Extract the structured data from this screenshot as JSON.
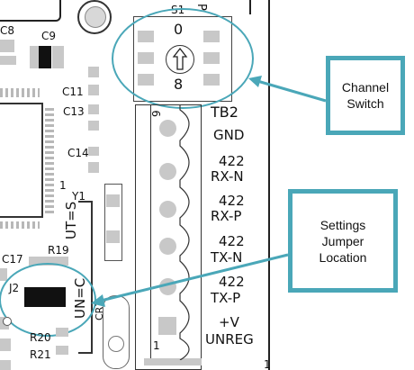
{
  "silkscreen": {
    "c8": "C8",
    "c9": "C9",
    "s1": "S1",
    "switch_top": "0",
    "switch_bottom": "8",
    "c11": "C11",
    "c13": "C13",
    "c14": "C14",
    "y1": "Y1",
    "one_left": "1",
    "tb2": "TB2",
    "pin9": "9",
    "gnd": "GND",
    "rx_n_422": "422",
    "rx_n": "RX-N",
    "rx_p_422": "422",
    "rx_p": "RX-P",
    "tx_n_422": "422",
    "tx_n": "TX-N",
    "tx_p_422": "422",
    "tx_p": "TX-P",
    "vplus": "+V",
    "unreg": "UNREG",
    "ut_s": "UT=S",
    "unc": "UN=C",
    "r19": "R19",
    "c17": "C17",
    "j2": "J2",
    "r20": "R20",
    "r21": "R21",
    "cr7": "CR7",
    "pin1_tb": "1",
    "pin1_bottom": "1",
    "top_partial": "P"
  },
  "callouts": {
    "channel_switch": "Channel\nSwitch",
    "settings_jumper": "Settings\nJumper\nLocation"
  },
  "colors": {
    "callout_accent": "#4aa7b8",
    "component_gray": "#c8c8c8",
    "ink": "#111111"
  }
}
